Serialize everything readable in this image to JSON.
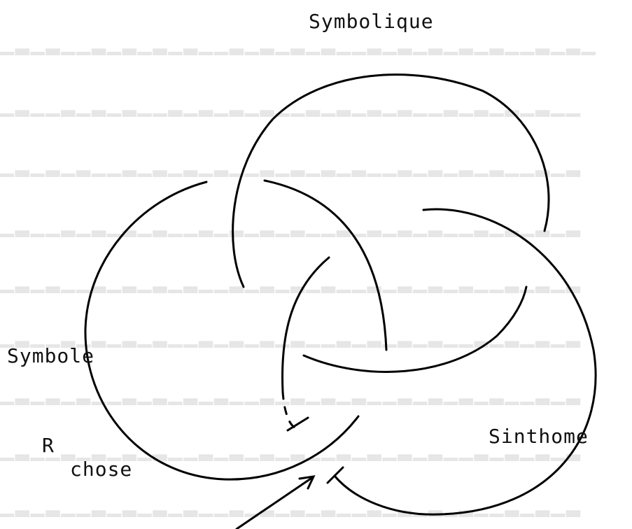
{
  "labels": {
    "top": "Symbolique",
    "left": "Symbole",
    "right": "Sinthome",
    "r": "R",
    "chose": "chose"
  },
  "colors": {
    "ink": "#000000",
    "background": "#ffffff"
  }
}
